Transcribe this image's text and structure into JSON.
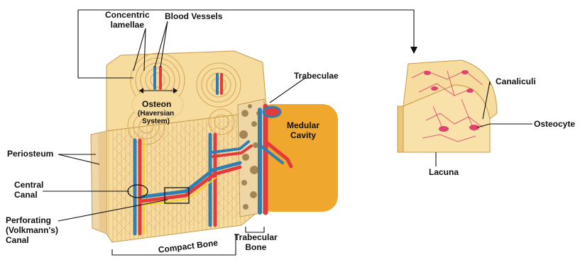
{
  "labels": {
    "concentric_lamellae": [
      "Concentric",
      "lamellae"
    ],
    "blood_vessels": "Blood Vessels",
    "osteon": "Osteon",
    "haversian": [
      "(Haversian",
      "System)"
    ],
    "trabeculae": "Trabeculae",
    "medular_cavity": [
      "Medular",
      "Cavity"
    ],
    "periosteum": "Periosteum",
    "central_canal": [
      "Central",
      "Canal"
    ],
    "perforating_canal": [
      "Perforating",
      "(Volkmann's)",
      "Canal"
    ],
    "compact_bone": "Compact Bone",
    "trabecular_bone": [
      "Trabecular",
      "Bone"
    ],
    "canaliculi": "Canaliculi",
    "osteocyte": "Osteocyte",
    "lacuna": "Lacuna"
  },
  "colors": {
    "bone": "#f6dc9e",
    "bone_dark": "#e9c77c",
    "lamella_line": "#d9a95a",
    "artery": "#e33b3b",
    "vein": "#2e7fb3",
    "nerve": "#f2d21f",
    "marrow": "#f0a72d",
    "osteocyte": "#e0446d",
    "line": "#111111"
  }
}
